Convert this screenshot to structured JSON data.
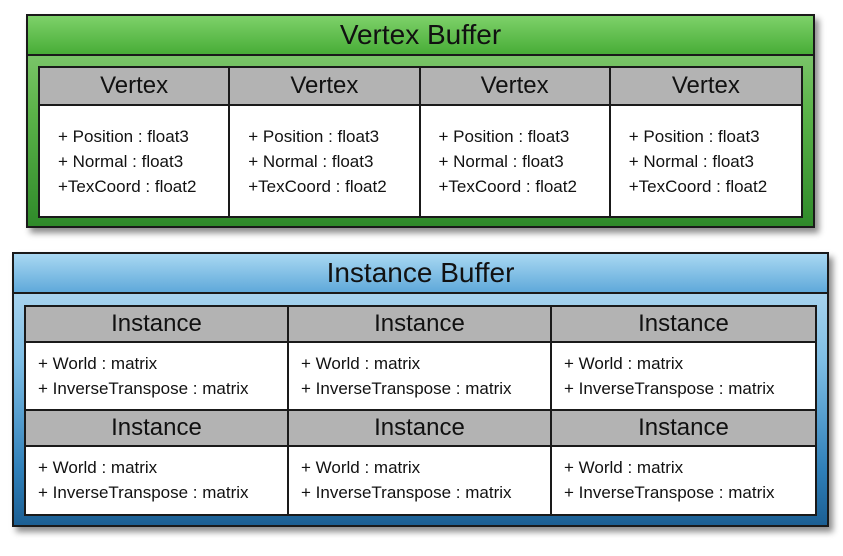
{
  "vertex_buffer": {
    "title": "Vertex Buffer",
    "color": "#4caf3a",
    "vertices": [
      {
        "header": "Vertex",
        "fields": [
          "+ Position : float3",
          "+ Normal : float3",
          "+TexCoord : float2"
        ]
      },
      {
        "header": "Vertex",
        "fields": [
          "+ Position : float3",
          "+ Normal : float3",
          "+TexCoord : float2"
        ]
      },
      {
        "header": "Vertex",
        "fields": [
          "+ Position : float3",
          "+ Normal : float3",
          "+TexCoord : float2"
        ]
      },
      {
        "header": "Vertex",
        "fields": [
          "+ Position : float3",
          "+ Normal : float3",
          "+TexCoord : float2"
        ]
      }
    ]
  },
  "instance_buffer": {
    "title": "Instance Buffer",
    "color": "#3a8fc8",
    "instances": [
      {
        "header": "Instance",
        "fields": [
          "+ World : matrix",
          "+ InverseTranspose : matrix"
        ]
      },
      {
        "header": "Instance",
        "fields": [
          "+ World : matrix",
          "+ InverseTranspose : matrix"
        ]
      },
      {
        "header": "Instance",
        "fields": [
          "+ World : matrix",
          "+ InverseTranspose : matrix"
        ]
      },
      {
        "header": "Instance",
        "fields": [
          "+ World : matrix",
          "+ InverseTranspose : matrix"
        ]
      },
      {
        "header": "Instance",
        "fields": [
          "+ World : matrix",
          "+ InverseTranspose : matrix"
        ]
      },
      {
        "header": "Instance",
        "fields": [
          "+ World : matrix",
          "+ InverseTranspose : matrix"
        ]
      }
    ]
  }
}
